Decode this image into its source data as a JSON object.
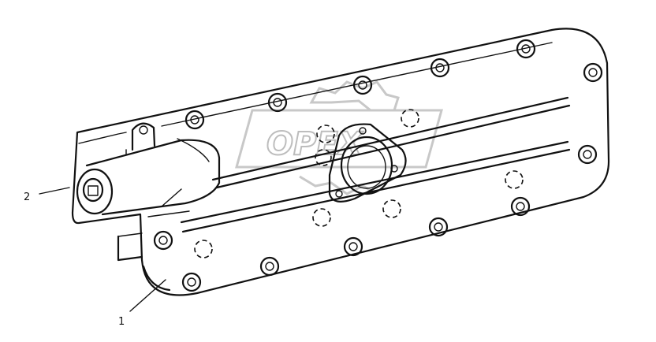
{
  "watermark": {
    "text": "OPEX"
  },
  "callouts": [
    {
      "id": "1",
      "label": "1"
    },
    {
      "id": "2",
      "label": "2"
    }
  ]
}
